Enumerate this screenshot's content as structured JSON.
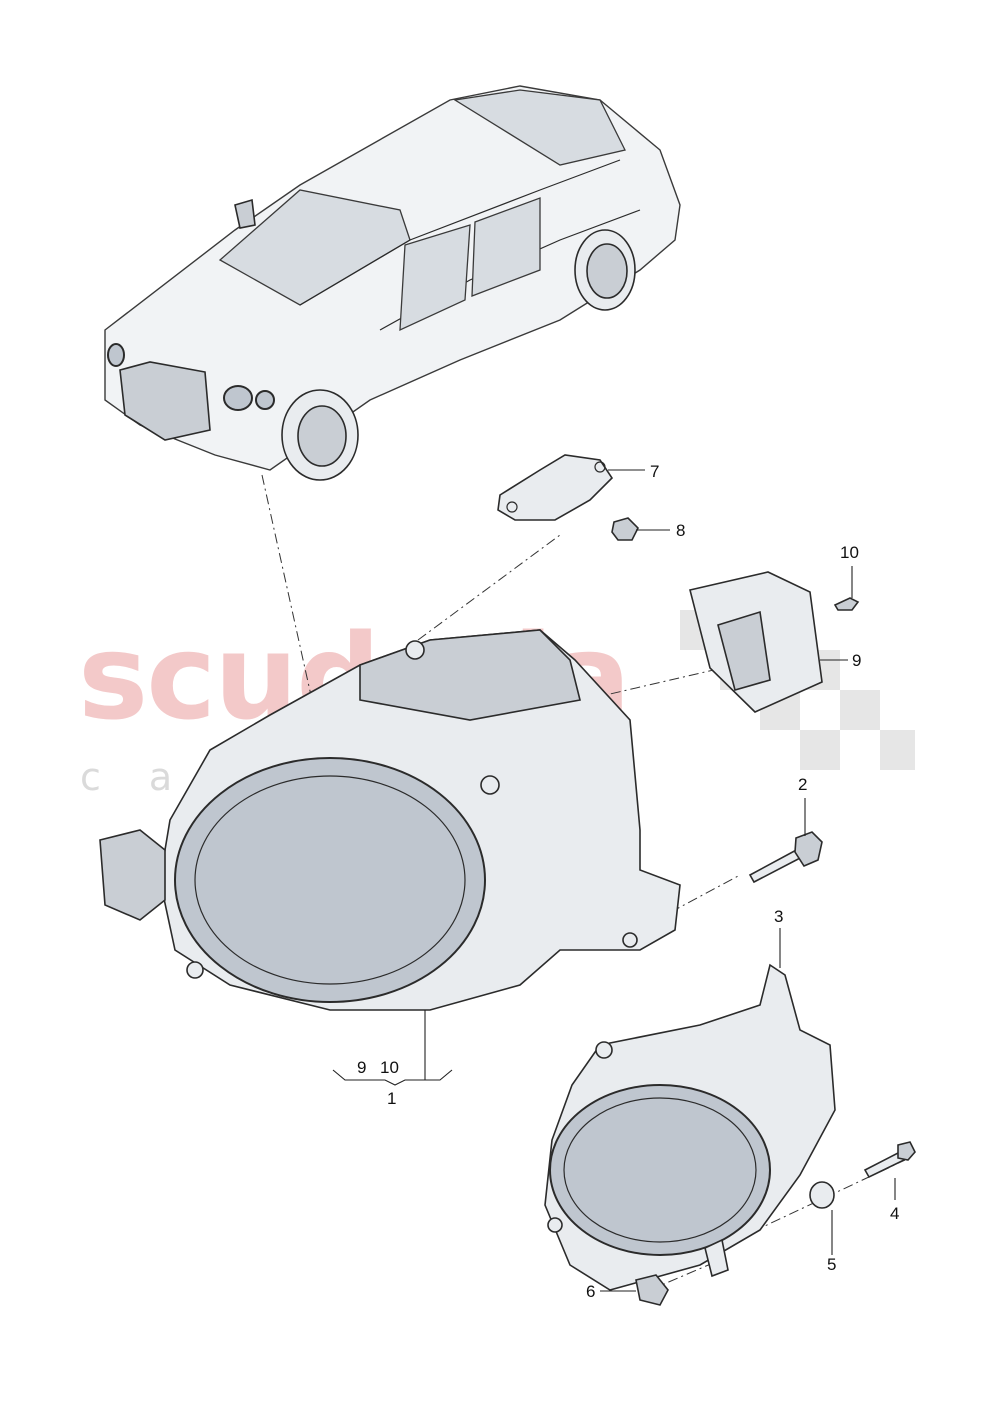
{
  "watermark": {
    "brand": "scuderia",
    "sub": "car parts",
    "color": "#f3c9c9"
  },
  "callouts": {
    "c1": "1",
    "c2": "2",
    "c3": "3",
    "c4": "4",
    "c5": "5",
    "c6": "6",
    "c7": "7",
    "c8": "8",
    "c9_module": "9",
    "c10_screw": "10",
    "c9_group": "9",
    "c10_group": "10"
  },
  "parts": {
    "vehicle": "car-overview",
    "headlight_main": "headlight",
    "headlight_alt": "headlight",
    "bracket": "mounting-bracket",
    "nut": "nut",
    "control_module": "control-unit",
    "screw": "screw",
    "washer": "washer",
    "clip": "clip"
  }
}
